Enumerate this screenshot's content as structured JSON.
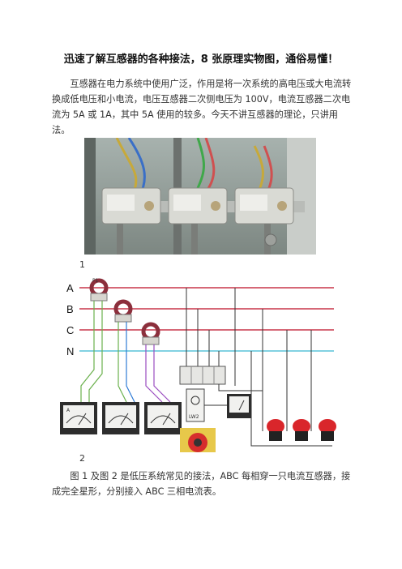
{
  "article": {
    "title": "迅速了解互感器的各种接法，8 张原理实物图，通俗易懂！",
    "paragraph1": "互感器在电力系统中使用广泛，作用是将一次系统的高电压或大电流转换成低电压和小电流，电压互感器二次侧电压为 100V，电流互感器二次电流为 5A 或 1A，其中 5A 使用的较多。今天不讲互感器的理论，只讲用法。",
    "figure1_label": "1",
    "figure2_label": "2",
    "paragraph2": "图 1 及图 2 是低压系统常见的接法，ABC 每相穿一只电流互感器，接成完全星形，分别接入 ABC 三相电流表。"
  },
  "diagram": {
    "phase_labels": [
      "A",
      "B",
      "C",
      "N"
    ],
    "ct_label": "P1",
    "switch_label": "LW2",
    "meter_label": "A"
  }
}
